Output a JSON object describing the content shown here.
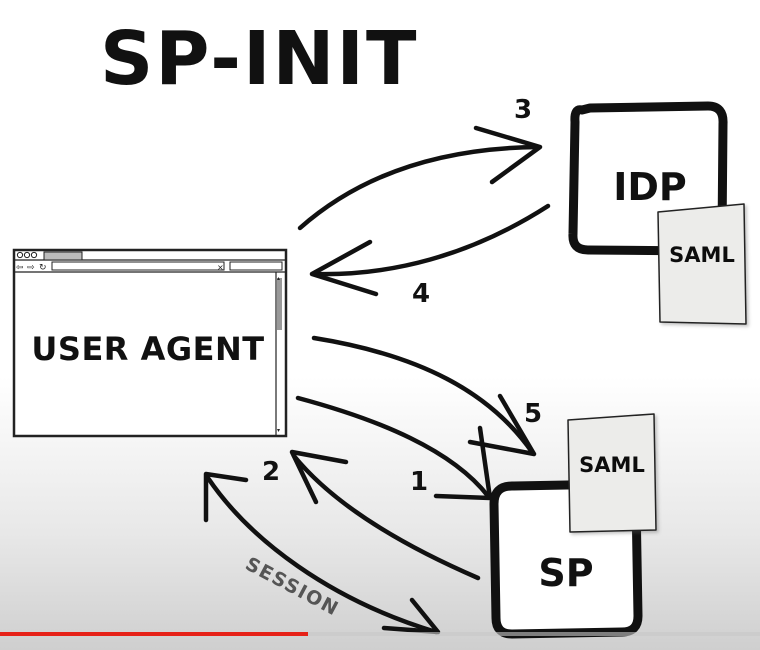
{
  "title": "SP-INIT",
  "nodes": {
    "user_agent": "USER AGENT",
    "idp": "IDP",
    "sp": "SP",
    "saml_idp": "SAML",
    "saml_sp": "SAML"
  },
  "steps": [
    "1",
    "2",
    "3",
    "4",
    "5"
  ],
  "session_label": "SESSION",
  "video": {
    "progress": 0.405,
    "progress_color": "#e62117"
  }
}
